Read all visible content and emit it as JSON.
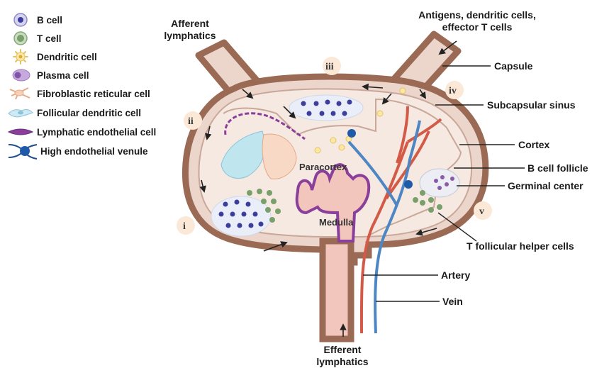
{
  "legend": {
    "items": [
      {
        "label": "B cell",
        "icon": "b-cell-icon"
      },
      {
        "label": "T cell",
        "icon": "t-cell-icon"
      },
      {
        "label": "Dendritic cell",
        "icon": "dendritic-cell-icon"
      },
      {
        "label": "Plasma cell",
        "icon": "plasma-cell-icon"
      },
      {
        "label": "Fibroblastic reticular cell",
        "icon": "fibroblastic-reticular-cell-icon"
      },
      {
        "label": "Follicular dendritic cell",
        "icon": "follicular-dendritic-cell-icon"
      },
      {
        "label": "Lymphatic endothelial cell",
        "icon": "lymphatic-endothelial-cell-icon"
      },
      {
        "label": "High endothelial venule",
        "icon": "high-endothelial-venule-icon"
      }
    ]
  },
  "labels": {
    "afferent_line1": "Afferent",
    "afferent_line2": "lymphatics",
    "antigens_line1": "Antigens, dendritic cells,",
    "antigens_line2": "effector T cells",
    "capsule": "Capsule",
    "subcapsular_sinus": "Subcapsular sinus",
    "cortex": "Cortex",
    "b_cell_follicle": "B cell follicle",
    "germinal_center": "Germinal center",
    "tfh_cells": "T follicular helper cells",
    "artery": "Artery",
    "vein": "Vein",
    "efferent_line1": "Efferent",
    "efferent_line2": "lymphatics",
    "paracortex": "Paracortex",
    "medulla": "Medulla"
  },
  "zones": [
    "i",
    "ii",
    "iii",
    "iv",
    "v"
  ],
  "colors": {
    "capsule": "#9a6a55",
    "sinus": "#ecd5cb",
    "cortex": "#f5e9e2",
    "b_cell": "#3c3d9c",
    "t_cell": "#79a06a",
    "medulla": "#f3c6bd",
    "artery": "#d45a48",
    "vein": "#4d86c2",
    "lymphatic": "#8a3f9a",
    "zone_badge": "#fbe8d6"
  }
}
